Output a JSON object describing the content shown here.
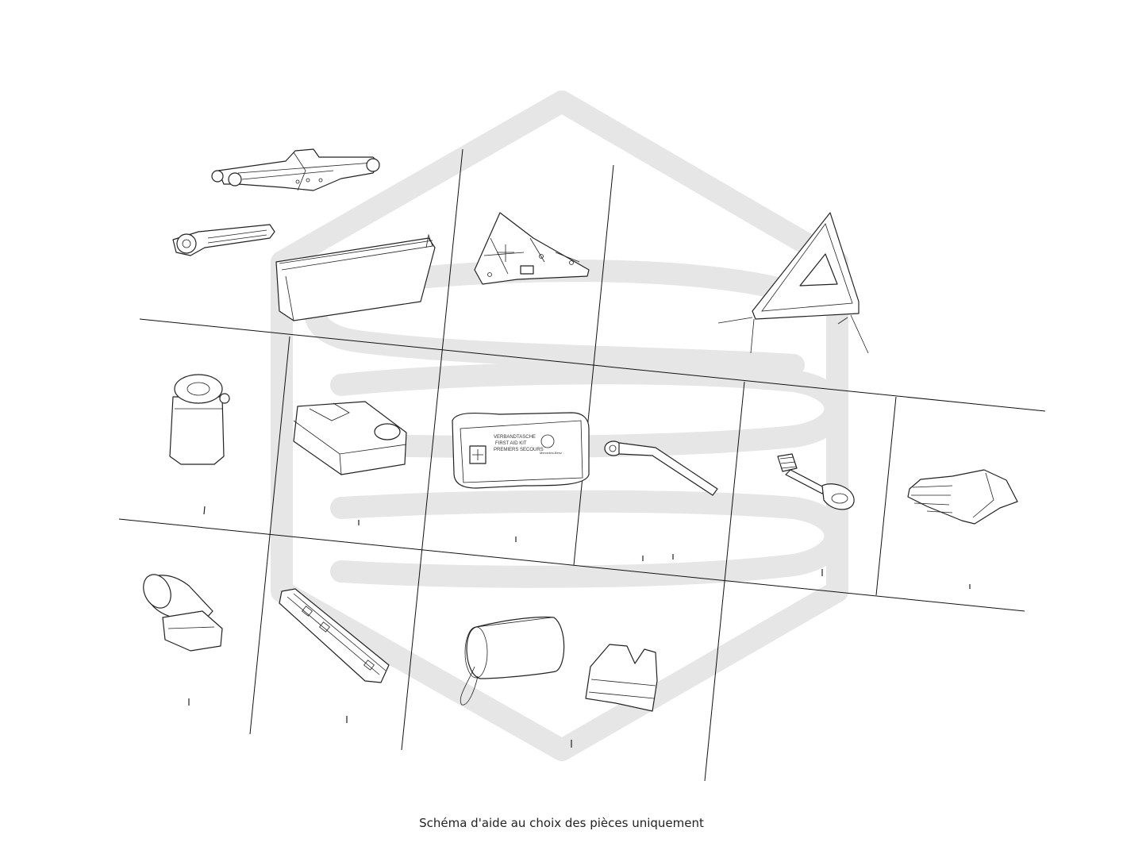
{
  "diagram": {
    "caption": "Schéma d'aide au choix des pièces uniquement",
    "watermark": "stylized-s-hexagon-logo",
    "watermark_color": "#e6e6e6",
    "line_color": "#111111",
    "parts": [
      {
        "id": "jack",
        "icon": "scissor-jack-icon"
      },
      {
        "id": "jack-wrench",
        "icon": "ratchet-wrench-icon"
      },
      {
        "id": "tool-tray",
        "icon": "tool-tray-icon"
      },
      {
        "id": "wheel-chock",
        "icon": "wheel-chock-icon"
      },
      {
        "id": "warning-triangle",
        "icon": "warning-triangle-icon"
      },
      {
        "id": "sealant-bottle",
        "icon": "sealant-bottle-icon"
      },
      {
        "id": "compressor",
        "icon": "tire-compressor-icon"
      },
      {
        "id": "first-aid-kit",
        "icon": "first-aid-kit-icon"
      },
      {
        "id": "wheel-wrench",
        "icon": "lug-wrench-icon"
      },
      {
        "id": "towing-eye",
        "icon": "towing-eye-icon"
      },
      {
        "id": "gloves",
        "icon": "gloves-icon"
      },
      {
        "id": "flashlight",
        "icon": "flashlight-icon"
      },
      {
        "id": "fuse-strip",
        "icon": "fuse-strip-icon"
      },
      {
        "id": "vest-pouch",
        "icon": "vest-pouch-icon"
      },
      {
        "id": "safety-vest",
        "icon": "safety-vest-icon"
      }
    ],
    "first_aid_label": {
      "line1": "VERBANDTASCHE",
      "line2": "FIRST AID KIT",
      "line3": "PREMIERS SECOURS",
      "line4": "Mercedes-Benz"
    }
  }
}
